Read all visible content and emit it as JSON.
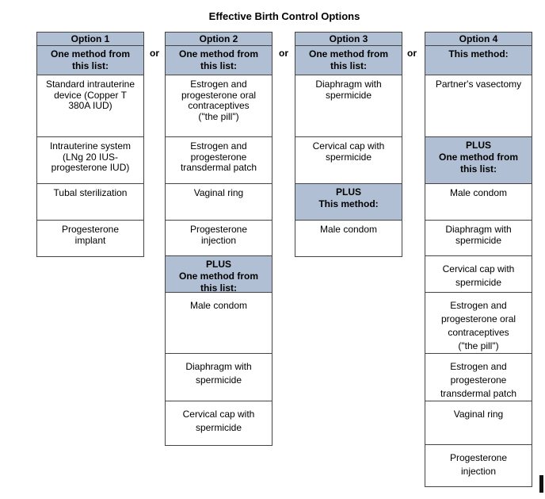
{
  "title": "Effective Birth Control Options",
  "or_separators": [
    "or",
    "or",
    "or"
  ],
  "colors": {
    "header_fill": "#b0bfd3",
    "border": "#444444",
    "text": "#000000",
    "page_bg": "#ffffff",
    "cursor": "#111111"
  },
  "columns": [
    {
      "name": "Option 1",
      "cells": [
        {
          "text": "Option 1",
          "style": "option-header"
        },
        {
          "text": "One method from\nthis list:",
          "style": "instruction-header"
        },
        {
          "text": "Standard intrauterine\ndevice (Copper T\n380A IUD)",
          "style": "method"
        },
        {
          "text": "Intrauterine system\n(LNg 20 IUS-\nprogesterone IUD)",
          "style": "method"
        },
        {
          "text": "Tubal sterilization",
          "style": "method"
        },
        {
          "text": "Progesterone\nimplant",
          "style": "method"
        }
      ]
    },
    {
      "name": "Option 2",
      "cells": [
        {
          "text": "Option 2",
          "style": "option-header"
        },
        {
          "text": "One method from\nthis list:",
          "style": "instruction-header"
        },
        {
          "text": "Estrogen and\nprogesterone oral\ncontraceptives\n(\"the pill\")",
          "style": "method"
        },
        {
          "text": "Estrogen and\nprogesterone\ntransdermal patch",
          "style": "method"
        },
        {
          "text": "Vaginal ring",
          "style": "method"
        },
        {
          "text": "Progesterone\ninjection",
          "style": "method"
        },
        {
          "text": "PLUS\nOne method from\nthis list:",
          "style": "instruction-header"
        },
        {
          "text": "Male condom",
          "style": "method",
          "spacing": "loose"
        },
        {
          "text": "Diaphragm with\nspermicide",
          "style": "method",
          "spacing": "loose"
        },
        {
          "text": "Cervical cap with\nspermicide",
          "style": "method",
          "spacing": "loose"
        }
      ]
    },
    {
      "name": "Option 3",
      "cells": [
        {
          "text": "Option 3",
          "style": "option-header"
        },
        {
          "text": "One method from\nthis list:",
          "style": "instruction-header"
        },
        {
          "text": "Diaphragm with\nspermicide",
          "style": "method"
        },
        {
          "text": "Cervical cap with\nspermicide",
          "style": "method"
        },
        {
          "text": "PLUS\nThis method:",
          "style": "instruction-header"
        },
        {
          "text": "Male condom",
          "style": "method"
        }
      ]
    },
    {
      "name": "Option 4",
      "cells": [
        {
          "text": "Option 4",
          "style": "option-header"
        },
        {
          "text": "This method:",
          "style": "instruction-header"
        },
        {
          "text": "Partner's vasectomy",
          "style": "method"
        },
        {
          "text": "PLUS\nOne method from\nthis list:",
          "style": "instruction-header"
        },
        {
          "text": "Male condom",
          "style": "method"
        },
        {
          "text": "Diaphragm with\nspermicide",
          "style": "method"
        },
        {
          "text": "Cervical cap with\nspermicide",
          "style": "method",
          "spacing": "loose"
        },
        {
          "text": "Estrogen and\nprogesterone oral\ncontraceptives\n(\"the pill\")",
          "style": "method",
          "spacing": "loose"
        },
        {
          "text": "Estrogen and\nprogesterone\ntransdermal patch",
          "style": "method",
          "spacing": "loose"
        },
        {
          "text": "Vaginal ring",
          "style": "method",
          "spacing": "loose"
        },
        {
          "text": "Progesterone\ninjection",
          "style": "method",
          "spacing": "loose"
        }
      ]
    }
  ]
}
